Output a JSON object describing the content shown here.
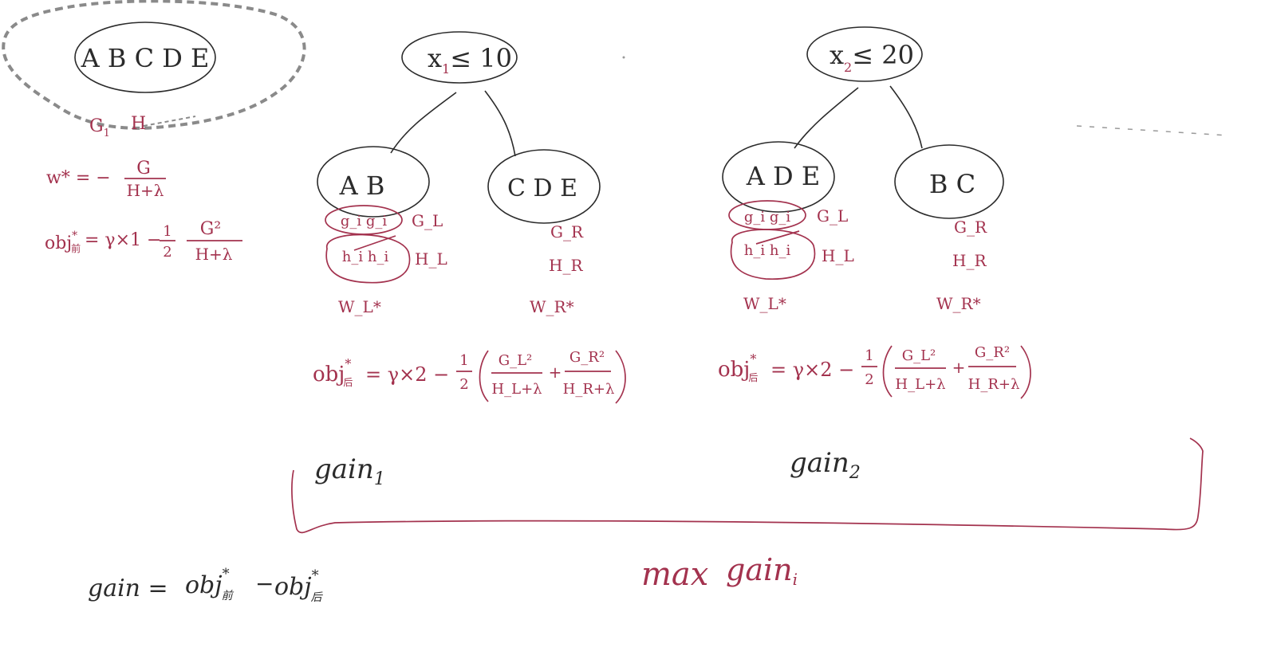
{
  "colors": {
    "ink": "#2b2b2b",
    "red": "#a3324e",
    "dash": "#8a8a8a",
    "background": "#ffffff"
  },
  "root_panel": {
    "root_node": "A B C D E",
    "gh_label_g": "G",
    "gh_label_g_sub": "1",
    "gh_label_h": "H",
    "w_lhs": "w* = −",
    "w_num": "G",
    "w_den": "H+λ",
    "obj_lhs": "obj",
    "obj_sup": "*",
    "obj_sub": "前",
    "obj_eq": "= γ×1 −",
    "obj_half_num": "1",
    "obj_half_den": "2",
    "obj_num": "G²",
    "obj_den": "H+λ"
  },
  "tree1": {
    "split_var": "x",
    "split_sub": "1",
    "split_op": "≤ 10",
    "left_node": "A B",
    "right_node": "C D E",
    "g_row": "g_i  g_i",
    "h_row": "h_i  h_i",
    "GL": "G_L",
    "HL": "H_L",
    "GR": "G_R",
    "HR": "H_R",
    "wL": "W_L*",
    "wR": "W_R*",
    "obj_lhs": "obj",
    "obj_sup": "*",
    "obj_sub": "后",
    "obj_eq": "= γ×2 −",
    "half_num": "1",
    "half_den": "2",
    "frac1_num": "G_L²",
    "frac1_den": "H_L+λ",
    "plus": "+",
    "frac2_num": "G_R²",
    "frac2_den": "H_R+λ",
    "gain_label": "gain",
    "gain_sub": "1"
  },
  "tree2": {
    "split_var": "x",
    "split_sub": "2",
    "split_op": "≤ 20",
    "left_node": "A D E",
    "right_node": "B C",
    "g_row": "g_i  g_i",
    "h_row": "h_i  h_i",
    "GL": "G_L",
    "HL": "H_L",
    "GR": "G_R",
    "HR": "H_R",
    "wL": "W_L*",
    "wR": "W_R*",
    "obj_lhs": "obj",
    "obj_sup": "*",
    "obj_sub": "后",
    "obj_eq": "= γ×2 −",
    "half_num": "1",
    "half_den": "2",
    "frac1_num": "G_L²",
    "frac1_den": "H_L+λ",
    "plus": "+",
    "frac2_num": "G_R²",
    "frac2_den": "H_R+λ",
    "gain_label": "gain",
    "gain_sub": "2"
  },
  "bottom": {
    "gain_formula_lhs": "gain =",
    "obj1": "obj",
    "obj1_sup": "*",
    "obj1_sub": "前",
    "minus": "−",
    "obj2": "obj",
    "obj2_sup": "*",
    "obj2_sub": "后",
    "max_label": "max",
    "max_gain": "gain",
    "max_gain_sub": "i"
  }
}
